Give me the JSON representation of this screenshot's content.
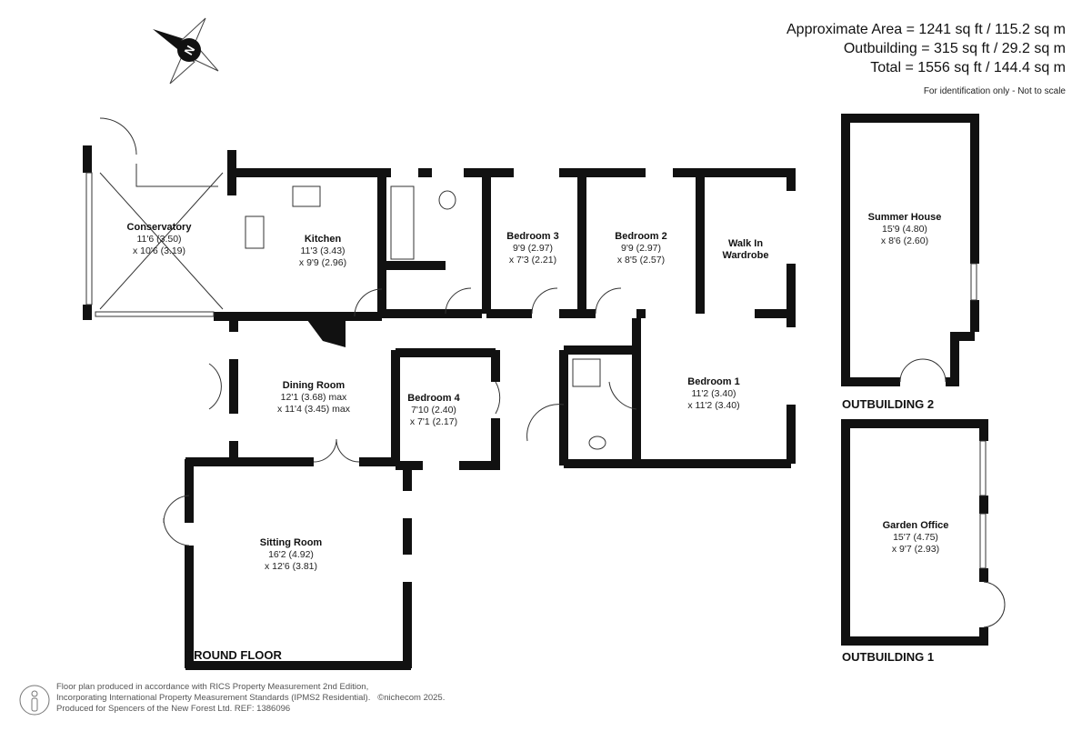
{
  "areas": {
    "approximate": "Approximate Area = 1241 sq ft / 115.2 sq m",
    "outbuilding": "Outbuilding = 315 sq ft / 29.2 sq m",
    "total": "Total = 1556 sq ft / 144.4 sq m",
    "note": "For identification only - Not to scale"
  },
  "compass": {
    "letter": "N"
  },
  "rooms": {
    "conservatory": {
      "name": "Conservatory",
      "dim1": "11'6 (3.50)",
      "dim2": "x 10'6 (3.19)"
    },
    "kitchen": {
      "name": "Kitchen",
      "dim1": "11'3 (3.43)",
      "dim2": "x 9'9 (2.96)"
    },
    "bedroom3": {
      "name": "Bedroom 3",
      "dim1": "9'9 (2.97)",
      "dim2": "x 7'3 (2.21)"
    },
    "bedroom2": {
      "name": "Bedroom 2",
      "dim1": "9'9 (2.97)",
      "dim2": "x 8'5 (2.57)"
    },
    "walkin": {
      "name1": "Walk In",
      "name2": "Wardrobe"
    },
    "bedroom1": {
      "name": "Bedroom 1",
      "dim1": "11'2 (3.40)",
      "dim2": "x 11'2 (3.40)"
    },
    "dining": {
      "name": "Dining Room",
      "dim1": "12'1 (3.68) max",
      "dim2": "x 11'4 (3.45) max"
    },
    "bedroom4": {
      "name": "Bedroom 4",
      "dim1": "7'10 (2.40)",
      "dim2": "x 7'1 (2.17)"
    },
    "sitting": {
      "name": "Sitting Room",
      "dim1": "16'2 (4.92)",
      "dim2": "x 12'6 (3.81)"
    },
    "summer": {
      "name": "Summer House",
      "dim1": "15'9 (4.80)",
      "dim2": "x 8'6 (2.60)"
    },
    "office": {
      "name": "Garden Office",
      "dim1": "15'7 (4.75)",
      "dim2": "x 9'7 (2.93)"
    }
  },
  "floors": {
    "ground": "GROUND FLOOR",
    "out2": "OUTBUILDING 2",
    "out1": "OUTBUILDING 1"
  },
  "footer": {
    "line1": "Floor plan produced in accordance with RICS Property Measurement 2nd Edition,",
    "line2": "Incorporating International Property Measurement Standards (IPMS2 Residential).",
    "copyright": "©nichecom 2025.",
    "line3": "Produced for Spencers of the New Forest Ltd.   REF:  1386096"
  }
}
